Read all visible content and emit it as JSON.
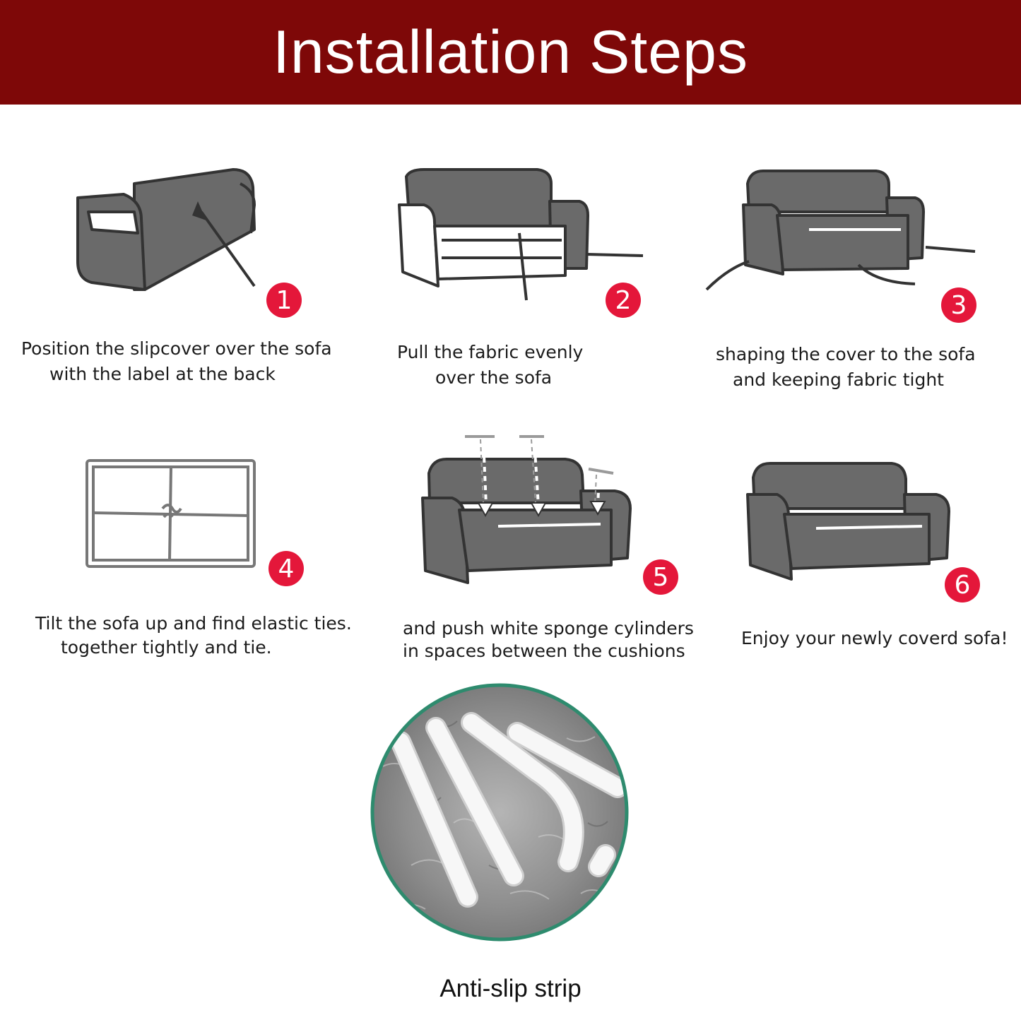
{
  "header": {
    "title": "Installation Steps"
  },
  "colors": {
    "banner": "#7e0808",
    "badge": "#e4173a",
    "sofa_fill": "#6a6a6a",
    "circle_border": "#2e8b6e"
  },
  "steps": [
    {
      "number": "1",
      "caption_lines": [
        "Position the slipcover over the sofa",
        "with the label at the back"
      ]
    },
    {
      "number": "2",
      "caption_lines": [
        "Pull the fabric evenly",
        "over the sofa"
      ]
    },
    {
      "number": "3",
      "caption_lines": [
        "shaping the cover to the sofa",
        "and keeping fabric tight"
      ]
    },
    {
      "number": "4",
      "caption_lines": [
        "Tilt the sofa up and find elastic ties.",
        "together tightly and tie."
      ]
    },
    {
      "number": "5",
      "caption_lines": [
        "and push white sponge cylinders",
        "in spaces between the cushions"
      ]
    },
    {
      "number": "6",
      "caption_lines": [
        "Enjoy your newly coverd sofa!"
      ]
    }
  ],
  "anti_slip": {
    "label": "Anti-slip strip"
  }
}
